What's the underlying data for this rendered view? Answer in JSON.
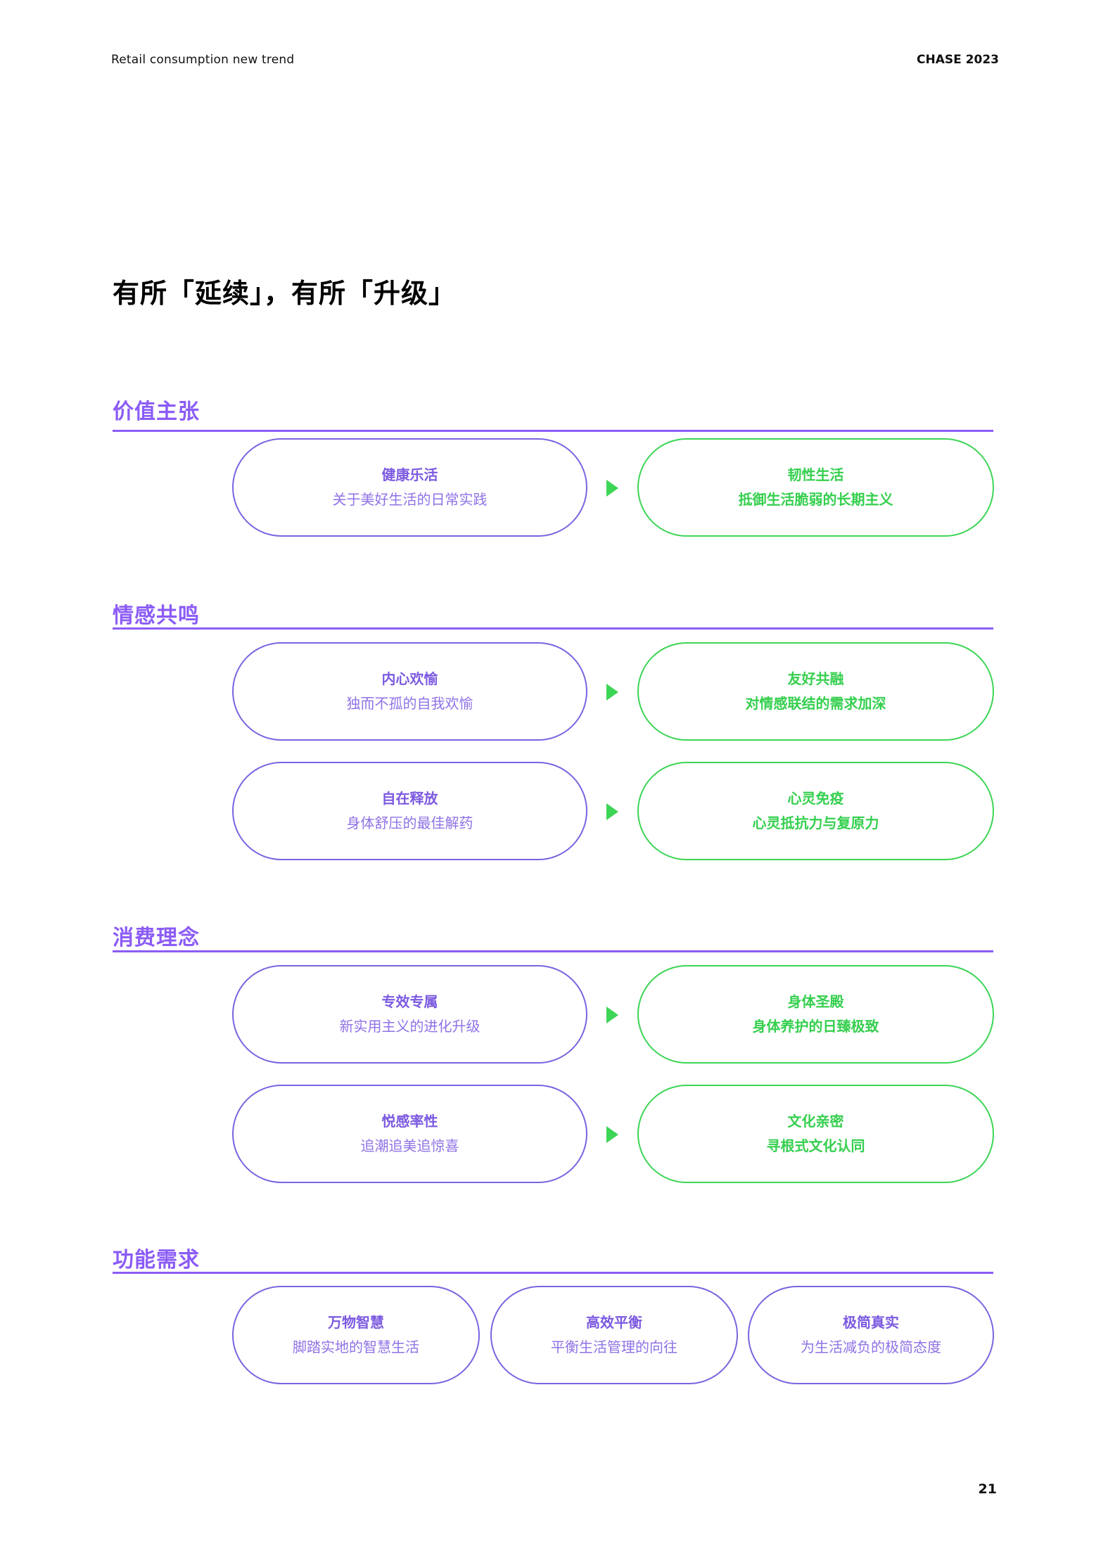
{
  "header": {
    "left": "Retail consumption new trend",
    "right": "CHASE 2023"
  },
  "page_title": "有所「延续」，有所「升级」",
  "colors": {
    "purple": "#8b5cf6",
    "pill_purple": "#7c63e0",
    "green": "#3dd556"
  },
  "sections": [
    {
      "title": "价值主张",
      "rows": [
        {
          "from": {
            "title": "健康乐活",
            "subtitle": "关于美好生活的日常实践"
          },
          "to": {
            "title": "韧性生活",
            "subtitle": "抵御生活脆弱的长期主义"
          }
        }
      ]
    },
    {
      "title": "情感共鸣",
      "rows": [
        {
          "from": {
            "title": "内心欢愉",
            "subtitle": "独而不孤的自我欢愉"
          },
          "to": {
            "title": "友好共融",
            "subtitle": "对情感联结的需求加深"
          }
        },
        {
          "from": {
            "title": "自在释放",
            "subtitle": "身体舒压的最佳解药"
          },
          "to": {
            "title": "心灵免疫",
            "subtitle": "心灵抵抗力与复原力"
          }
        }
      ]
    },
    {
      "title": "消费理念",
      "rows": [
        {
          "from": {
            "title": "专效专属",
            "subtitle": "新实用主义的进化升级"
          },
          "to": {
            "title": "身体圣殿",
            "subtitle": "身体养护的日臻极致"
          }
        },
        {
          "from": {
            "title": "悦感率性",
            "subtitle": "追潮追美追惊喜"
          },
          "to": {
            "title": "文化亲密",
            "subtitle": "寻根式文化认同"
          }
        }
      ]
    },
    {
      "title": "功能需求",
      "items": [
        {
          "title": "万物智慧",
          "subtitle": "脚踏实地的智慧生活"
        },
        {
          "title": "高效平衡",
          "subtitle": "平衡生活管理的向往"
        },
        {
          "title": "极简真实",
          "subtitle": "为生活减负的极简态度"
        }
      ]
    }
  ],
  "page_number": "21"
}
